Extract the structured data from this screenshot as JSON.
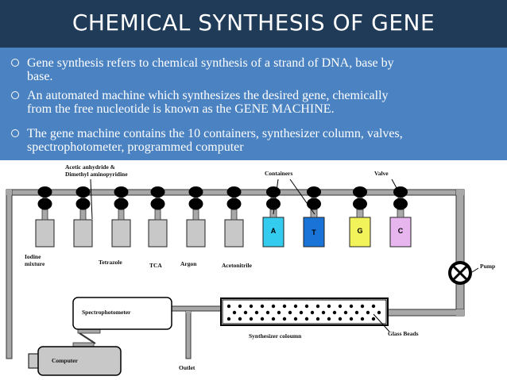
{
  "slide": {
    "title": "CHEMICAL SYNTHESIS OF GENE",
    "bullets": [
      {
        "line1": "Gene synthesis refers to chemical synthesis of a strand of DNA, base by",
        "line2": "base."
      },
      {
        "line1": "An automated machine which synthesizes the desired gene, chemically",
        "line2": "from the free nucleotide is known as the GENE MACHINE."
      },
      {
        "line1": "The gene machine contains the 10 containers, synthesizer column, valves,",
        "line2": "spectrophotometer, programmed computer"
      }
    ]
  },
  "diagram": {
    "labels": {
      "acetic_line1": "Acetic anhydride &",
      "acetic_line2": "Dimethyl aminopyridine",
      "containers": "Containers",
      "valve": "Valve",
      "iodine_line1": "Iodine",
      "iodine_line2": "mixture",
      "tetrazole": "Tetrazole",
      "tca": "TCA",
      "argon": "Argon",
      "acetonitrile": "Acetonitrile",
      "pump": "Pump",
      "spectrophotometer": "Spectrophotometer",
      "glass_beads": "Glass Beads",
      "synthesizer_column": "Synthesizer coloumn",
      "computer": "Computer",
      "outlet": "Outlet"
    },
    "nucleotides": [
      {
        "letter": "A",
        "color": "#33ccee"
      },
      {
        "letter": "T",
        "color": "#1a74d8"
      },
      {
        "letter": "G",
        "color": "#f2f25a"
      },
      {
        "letter": "C",
        "color": "#e8b6ee"
      }
    ],
    "colors": {
      "pipe": "#a8a8a8",
      "reagent_bottle": "#c8c8c8",
      "title_bar": "#1f3b58",
      "bullet_area": "#4a82c2"
    }
  }
}
